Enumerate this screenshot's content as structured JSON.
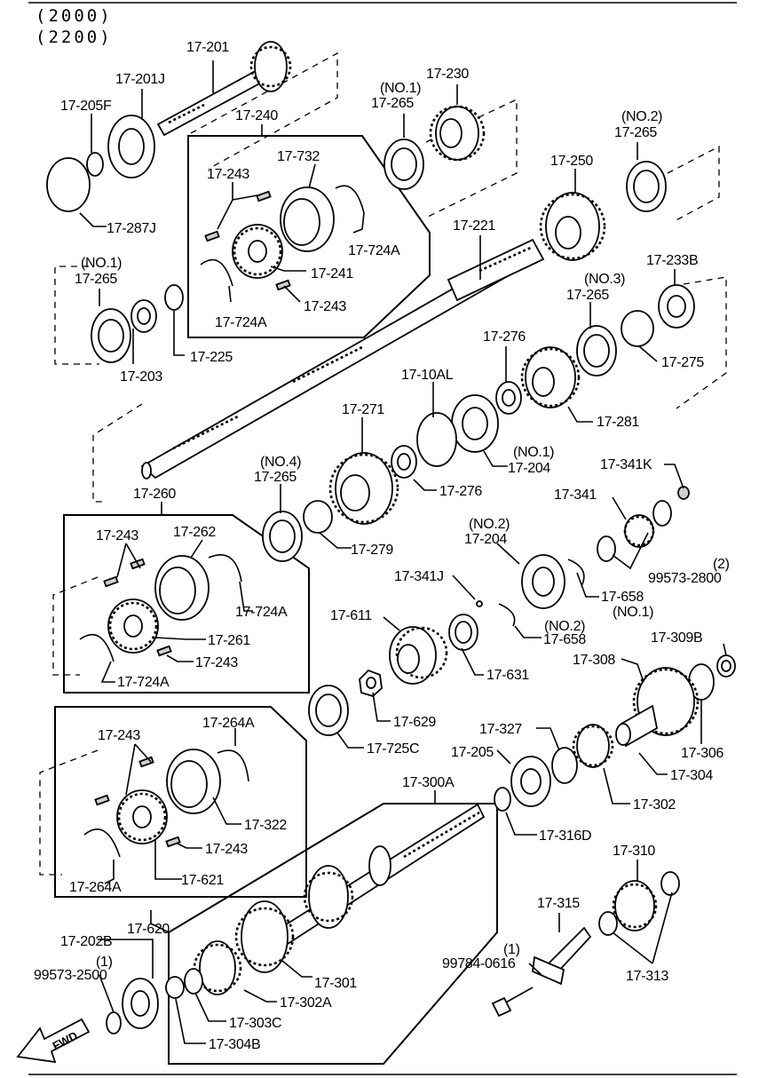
{
  "header": {
    "line1": "(2000)",
    "line2": "(2200)"
  },
  "direction": {
    "label": "FWD"
  },
  "labels": {
    "l17201": "17-201",
    "l17201J": "17-201J",
    "l17205F": "17-205F",
    "l17287J": "17-287J",
    "l17240": "17-240",
    "l17243a": "17-243",
    "l17732": "17-732",
    "l17724Aa": "17-724A",
    "l17241": "17-241",
    "l17243b": "17-243",
    "l17724Ab": "17-724A",
    "no1a": "(NO.1)",
    "l17265a": "17-265",
    "l17230": "17-230",
    "no2a": "(NO.2)",
    "l17265b": "17-265",
    "l17250": "17-250",
    "no1b": "(NO.1)",
    "l17265c": "17-265",
    "l17203": "17-203",
    "l17225": "17-225",
    "l17221": "17-221",
    "l17233B": "17-233B",
    "no3": "(NO.3)",
    "l17265d": "17-265",
    "l17276a": "17-276",
    "l17275": "17-275",
    "l1710AL": "17-10AL",
    "l17281": "17-281",
    "l17271": "17-271",
    "no1c": "(NO.1)",
    "l17204a": "17-204",
    "l17276b": "17-276",
    "no4": "(NO.4)",
    "l17265e": "17-265",
    "l17279": "17-279",
    "l17341K": "17-341K",
    "l17260": "17-260",
    "l17243c": "17-243",
    "l17262": "17-262",
    "l17724Ac": "17-724A",
    "l17261": "17-261",
    "l17243d": "17-243",
    "l17724Ad": "17-724A",
    "l17341": "17-341",
    "no2b": "(NO.2)",
    "l17204b": "17-204",
    "l17341J": "17-341J",
    "q2": "(2)",
    "l99573a": "99573-2800",
    "l17658a": "17-658",
    "no1d": "(NO.1)",
    "l17611": "17-611",
    "no2c": "(NO.2)",
    "l17658b": "17-658",
    "l17631": "17-631",
    "l17309B": "17-309B",
    "l17308": "17-308",
    "l17629": "17-629",
    "l17725C": "17-725C",
    "l17264Aa": "17-264A",
    "l17243e": "17-243",
    "l17327": "17-327",
    "l17205": "17-205",
    "l17306": "17-306",
    "l17304": "17-304",
    "l17322": "17-322",
    "l17243f": "17-243",
    "l17302": "17-302",
    "l17264Ab": "17-264A",
    "l17621": "17-621",
    "l17300A": "17-300A",
    "l17316D": "17-316D",
    "l17310": "17-310",
    "l17620": "17-620",
    "l17202B": "17-202B",
    "q1a": "(1)",
    "l99573b": "99573-2500",
    "l17315": "17-315",
    "q1b": "(1)",
    "l99784": "99784-0616",
    "l17313": "17-313",
    "l17301": "17-301",
    "l17302A": "17-302A",
    "l17303C": "17-303C",
    "l17304B": "17-304B"
  }
}
